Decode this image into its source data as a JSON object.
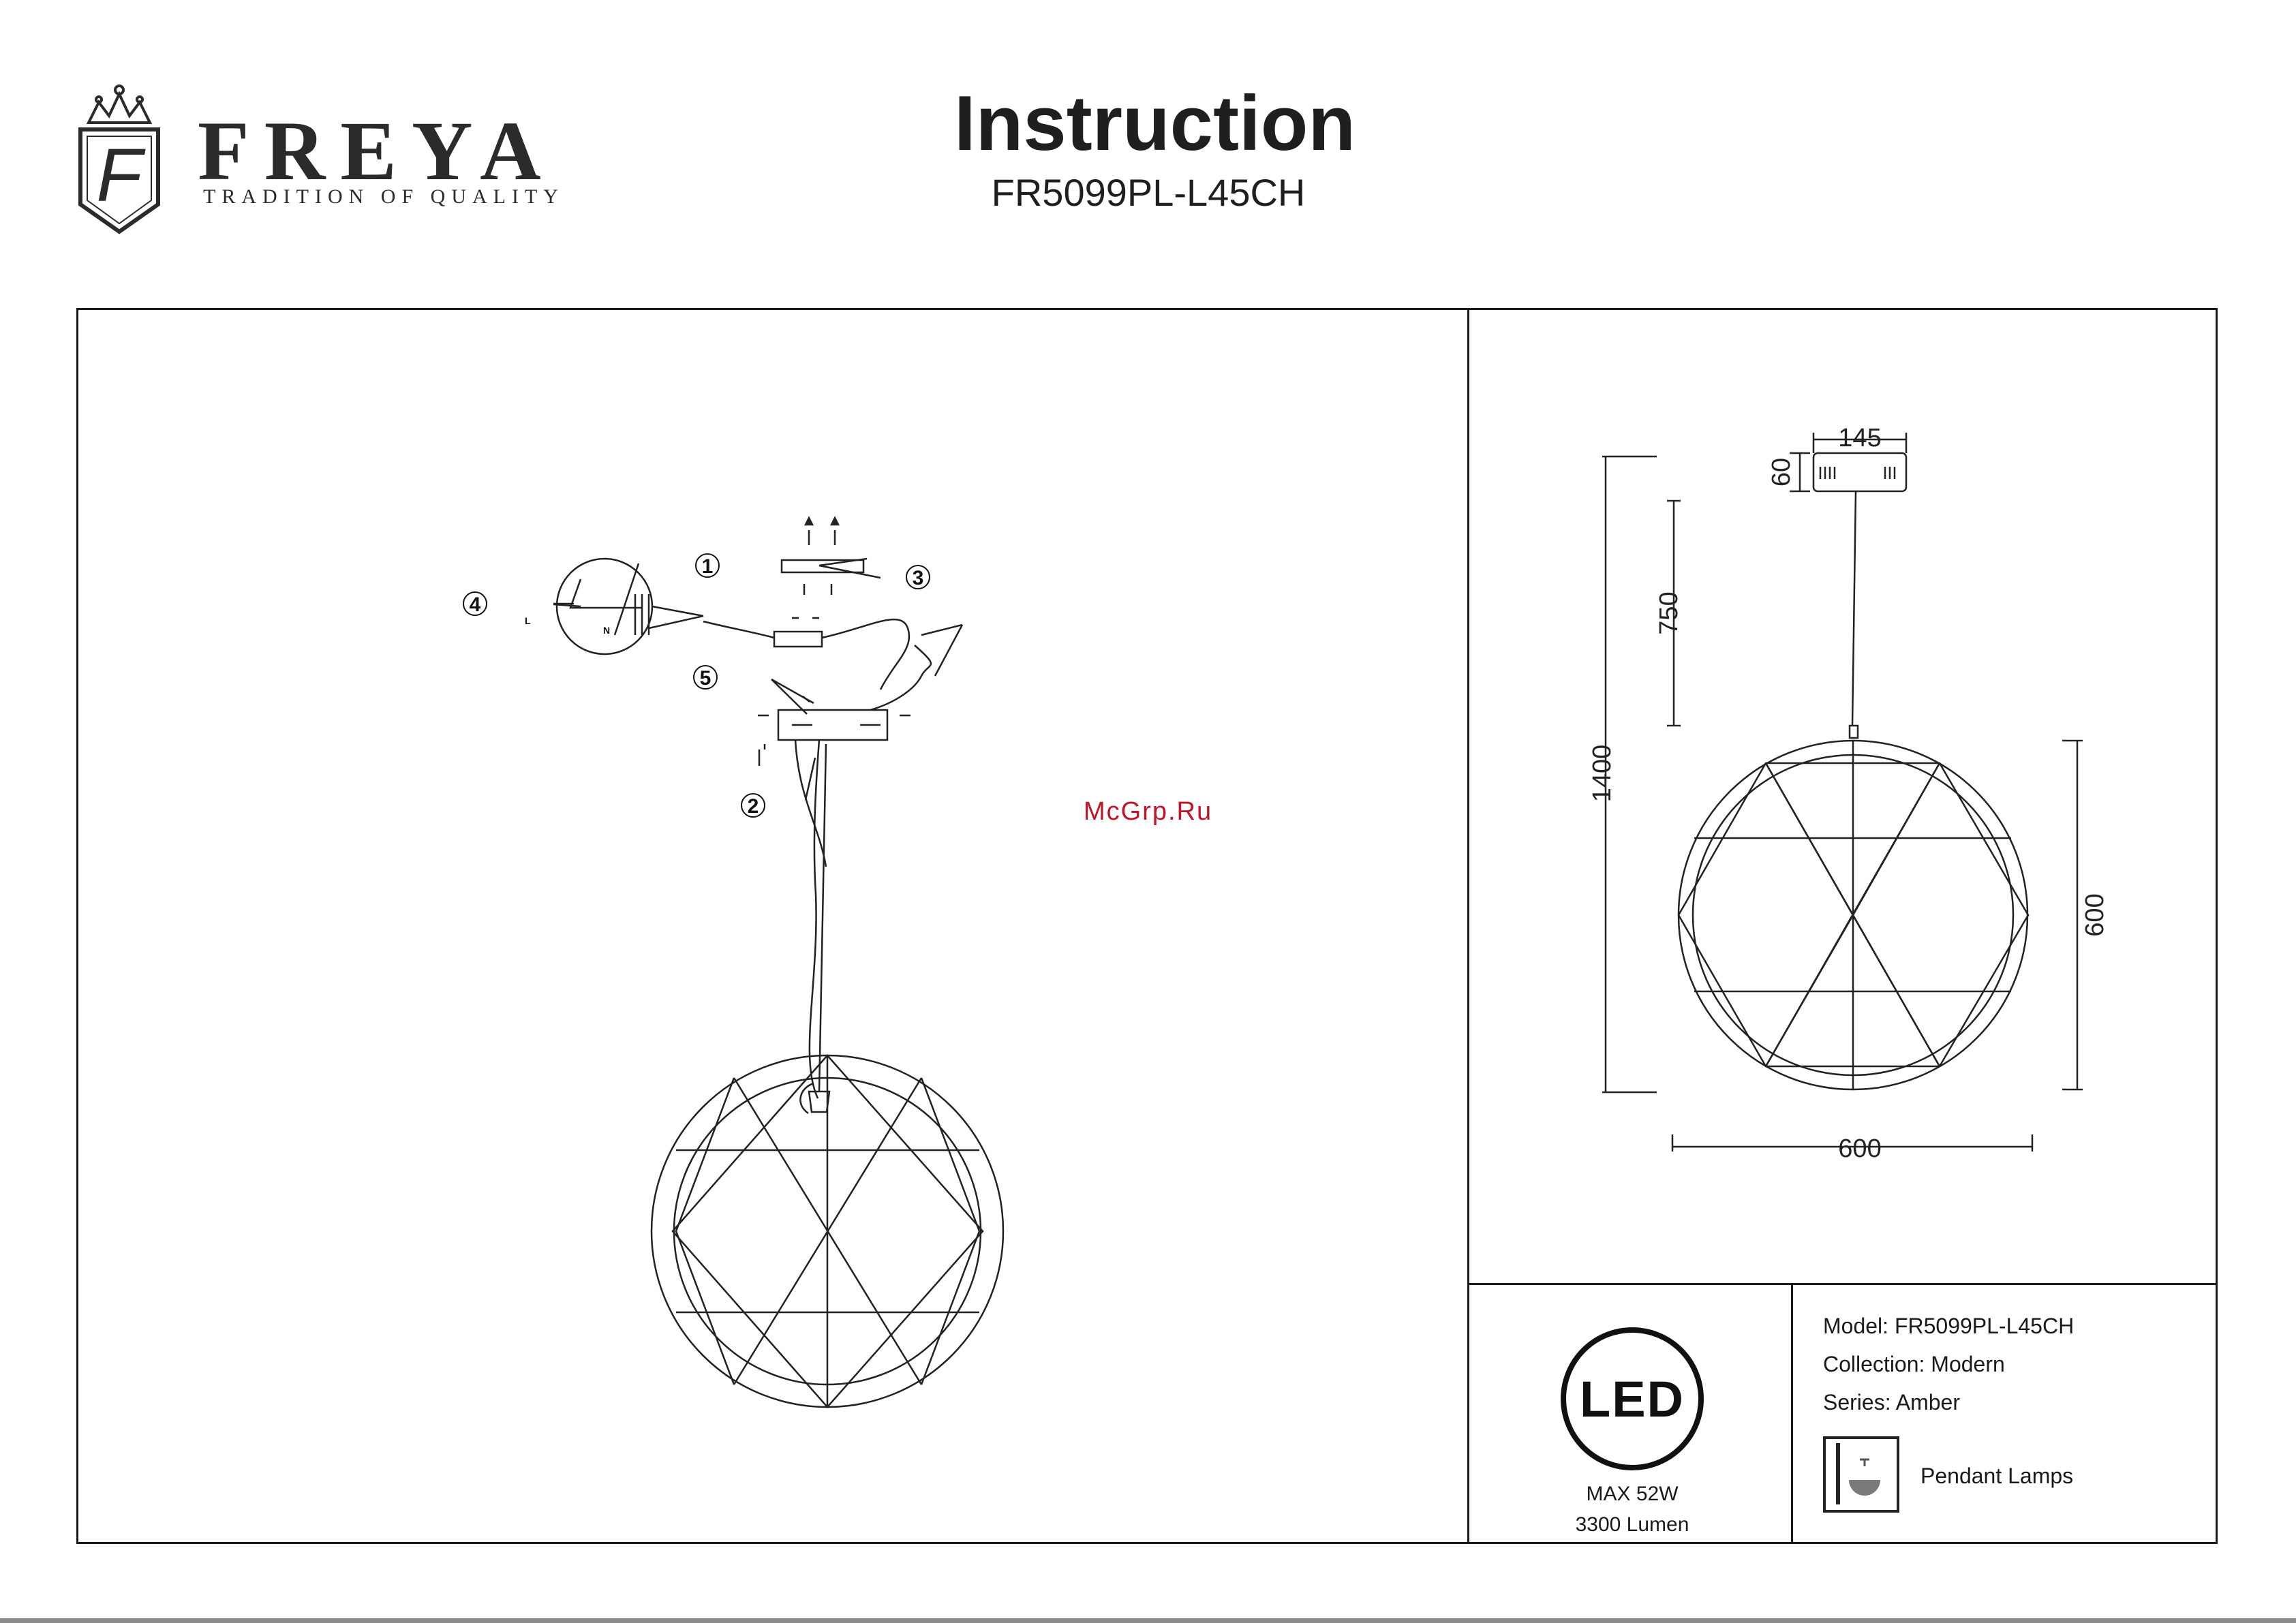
{
  "header": {
    "brand_name": "FREYA",
    "brand_tagline": "TRADITION OF QUALITY",
    "title": "Instruction",
    "model": "FR5099PL-L45CH"
  },
  "watermark": "McGrp.Ru",
  "assembly": {
    "callouts": [
      "1",
      "2",
      "3",
      "4",
      "5"
    ],
    "wire_labels": {
      "live": "L",
      "neutral": "N"
    }
  },
  "dimensions": {
    "canopy_width": "145",
    "canopy_height": "60",
    "cable_length": "750",
    "total_height": "1400",
    "shade_height": "600",
    "shade_width": "600"
  },
  "info": {
    "led_badge": "LED",
    "power": "MAX 52W",
    "lumen": "3300 Lumen",
    "model_line": "Model: FR5099PL-L45CH",
    "collection_line": "Collection: Modern",
    "series_line": "Series: Amber",
    "type_label": "Pendant Lamps",
    "type_icon": "pendant-lamp-icon"
  },
  "colors": {
    "line": "#1a1a1a",
    "watermark": "#c0142a"
  }
}
